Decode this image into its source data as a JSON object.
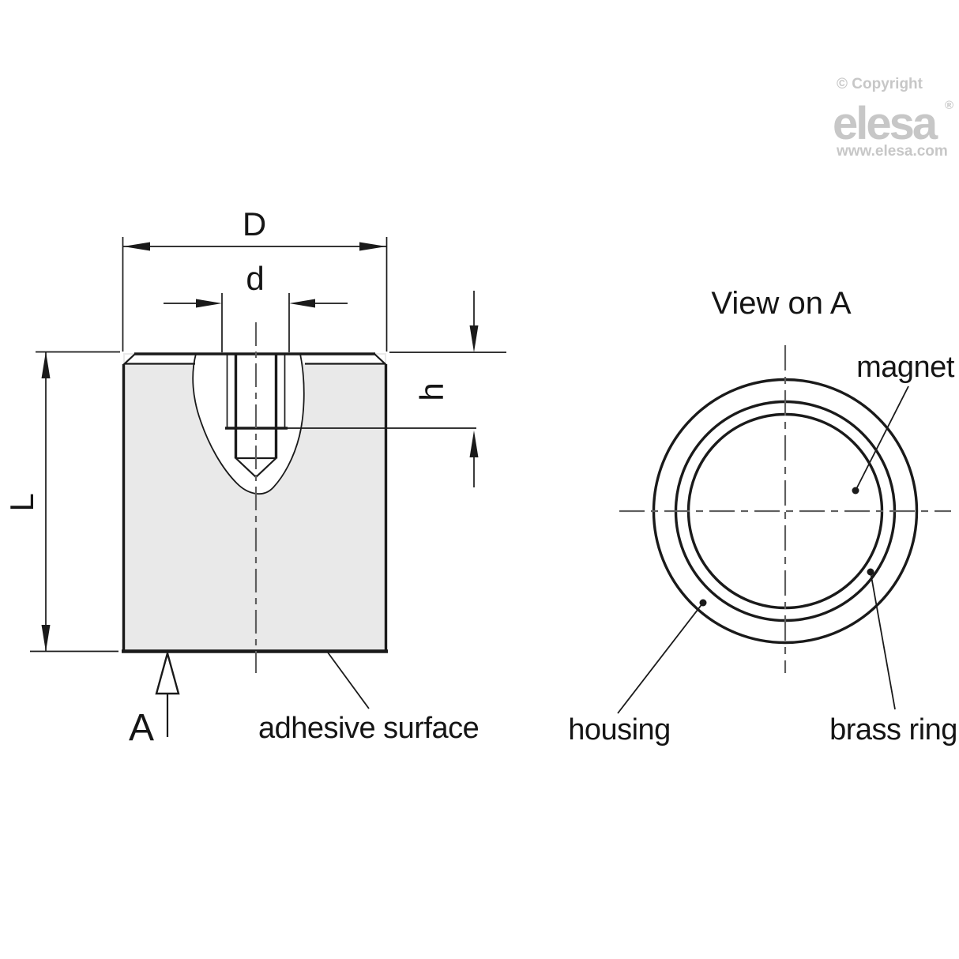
{
  "colors": {
    "line": "#1a1a1a",
    "part_fill": "#e9e9e9",
    "white": "#ffffff",
    "centerline": "#5f5f5f",
    "logo_gray": "#c7c7c7"
  },
  "branding": {
    "copyright": "© Copyright",
    "logo_text": "elesa",
    "registered_mark": "®",
    "website": "www.elesa.com"
  },
  "side_view": {
    "dim_outer_diameter": "D",
    "dim_hole_diameter": "d",
    "dim_hole_depth": "h",
    "dim_length": "L",
    "view_direction_label": "A",
    "callout_adhesive": "adhesive surface"
  },
  "front_view": {
    "title": "View on A",
    "callout_magnet": "magnet",
    "callout_housing": "housing",
    "callout_brass_ring": "brass ring"
  }
}
